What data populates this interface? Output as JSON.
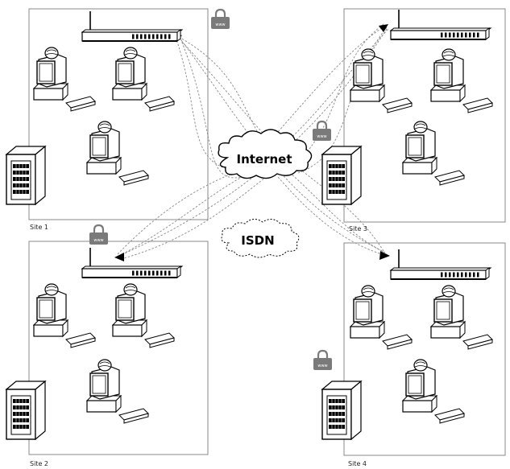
{
  "clouds": {
    "internet_label": "Internet",
    "isdn_label": "ISDN"
  },
  "sites": [
    {
      "label": "Site 1"
    },
    {
      "label": "Site 2"
    },
    {
      "label": "Site 3"
    },
    {
      "label": "Site 4"
    }
  ],
  "lock_badges": [
    {
      "text": "www"
    },
    {
      "text": "www"
    },
    {
      "text": "www"
    },
    {
      "text": "www"
    }
  ],
  "colors": {
    "line": "#000000",
    "box_border": "#888888",
    "dashed_link": "#888888",
    "lock_fill": "#7a7a7a"
  },
  "icons": [
    "router-icon",
    "computer-icon",
    "server-rack-icon",
    "lock-icon",
    "cloud-icon"
  ]
}
